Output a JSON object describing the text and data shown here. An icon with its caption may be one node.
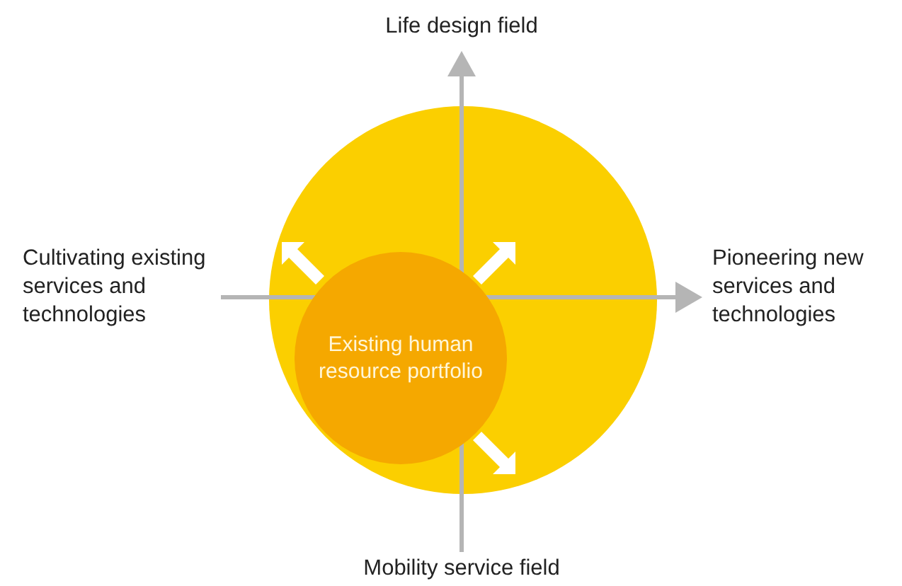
{
  "diagram": {
    "nodes": [
      {
        "text": [],
        "shape": "circle"
      },
      {
        "text": [
          "Existing human resource portfolio"
        ],
        "in": 0
      }
    ],
    "labels": [
      "Life design field",
      "Cultivating existing services and technologies",
      "Pioneering new services and technologies",
      "Mobility service field"
    ]
  }
}
